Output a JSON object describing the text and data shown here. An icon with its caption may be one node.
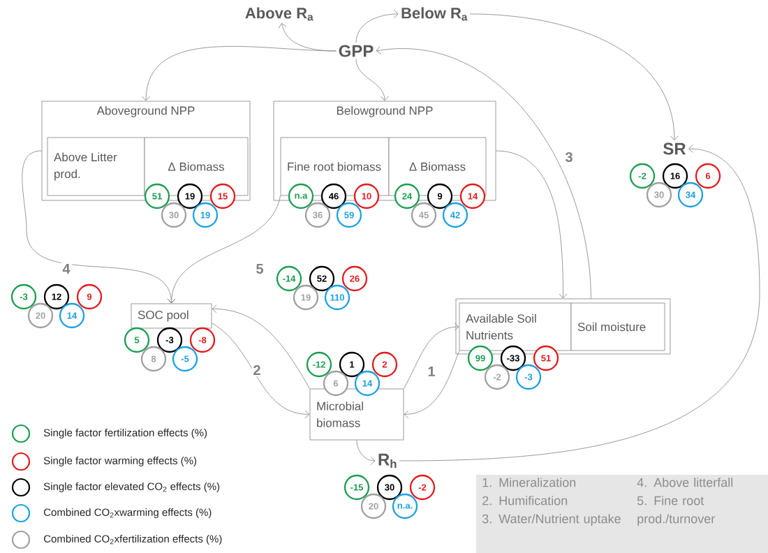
{
  "diagram": {
    "nodes": [
      {
        "text": [
          "Above R$_{a}$"
        ]
      },
      {
        "text": [
          "GPP"
        ]
      },
      {
        "text": [
          "Below R$_{a}$"
        ]
      },
      {
        "text": [
          "Aboveground NPP"
        ]
      },
      {
        "text": [
          "Above Litter prod."
        ],
        "in": 3
      },
      {
        "text": [
          "Δ Biomass"
        ],
        "in": 3
      },
      {
        "text": [
          "Belowground NPP"
        ]
      },
      {
        "text": [
          "Fine root biomass"
        ],
        "in": 6
      },
      {
        "text": [
          "Δ Biomass"
        ],
        "in": 6
      },
      {
        "text": [
          "SR"
        ]
      },
      {
        "text": [
          "SOC pool"
        ]
      },
      {
        "text": [],
        "shape": "box"
      },
      {
        "text": [
          "Available Soil Nutrients"
        ],
        "in": 11
      },
      {
        "text": [
          "Soil moisture"
        ],
        "in": 11
      },
      {
        "text": [
          "Microbial biomass"
        ]
      },
      {
        "text": [
          "R$_{h}$"
        ]
      },
      {
        "text": [
          "51"
        ]
      },
      {
        "text": [
          "19"
        ]
      },
      {
        "text": [
          "15"
        ]
      },
      {
        "text": [
          "30"
        ]
      },
      {
        "text": [
          "19"
        ]
      },
      {
        "text": [
          "n.a"
        ]
      },
      {
        "text": [
          "46"
        ]
      },
      {
        "text": [
          "10"
        ]
      },
      {
        "text": [
          "36"
        ]
      },
      {
        "text": [
          "59"
        ]
      },
      {
        "text": [
          "24"
        ]
      },
      {
        "text": [
          "9"
        ]
      },
      {
        "text": [
          "14"
        ]
      },
      {
        "text": [
          "45"
        ]
      },
      {
        "text": [
          "42"
        ]
      },
      {
        "text": [
          "-2"
        ]
      },
      {
        "text": [
          "16"
        ]
      },
      {
        "text": [
          "6"
        ]
      },
      {
        "text": [
          "30"
        ]
      },
      {
        "text": [
          "34"
        ]
      },
      {
        "text": [
          "-3"
        ]
      },
      {
        "text": [
          "12"
        ]
      },
      {
        "text": [
          "9"
        ]
      },
      {
        "text": [
          "20"
        ]
      },
      {
        "text": [
          "14"
        ]
      },
      {
        "text": [
          "-14"
        ]
      },
      {
        "text": [
          "52"
        ]
      },
      {
        "text": [
          "26"
        ]
      },
      {
        "text": [
          "19"
        ]
      },
      {
        "text": [
          "110"
        ]
      },
      {
        "text": [
          "5"
        ]
      },
      {
        "text": [
          "-3"
        ]
      },
      {
        "text": [
          "-8"
        ]
      },
      {
        "text": [
          "8"
        ]
      },
      {
        "text": [
          "-5"
        ]
      },
      {
        "text": [
          "-12"
        ]
      },
      {
        "text": [
          "1"
        ]
      },
      {
        "text": [
          "2"
        ]
      },
      {
        "text": [
          "6"
        ]
      },
      {
        "text": [
          "14"
        ]
      },
      {
        "text": [
          "99"
        ]
      },
      {
        "text": [
          "-33"
        ]
      },
      {
        "text": [
          "51"
        ]
      },
      {
        "text": [
          "-2"
        ]
      },
      {
        "text": [
          "-3"
        ]
      },
      {
        "text": [
          "-15"
        ]
      },
      {
        "text": [
          "30"
        ]
      },
      {
        "text": [
          "-2"
        ]
      },
      {
        "text": [
          "20"
        ]
      },
      {
        "text": [
          "n.a."
        ]
      }
    ],
    "edges": [
      {
        "from": 1,
        "to": 0,
        "arrow": "to"
      },
      {
        "from": 1,
        "to": 2,
        "arrow": "to"
      },
      {
        "from": 1,
        "to": 3,
        "arrow": "to"
      },
      {
        "from": 1,
        "to": 6,
        "arrow": "to"
      },
      {
        "from": 2,
        "to": 9,
        "arrow": "to"
      },
      {
        "from": 3,
        "to": 10,
        "arrow": "to",
        "label": "4"
      },
      {
        "from": 7,
        "to": 10,
        "arrow": "to",
        "label": "5"
      },
      {
        "from": 6,
        "to": 11,
        "arrow": "to"
      },
      {
        "from": 11,
        "to": 1,
        "arrow": "to",
        "label": "3"
      },
      {
        "from": 14,
        "to": 10,
        "arrow": "to"
      },
      {
        "from": 14,
        "to": 12,
        "arrow": "to"
      },
      {
        "from": 10,
        "to": 14,
        "arrow": "to",
        "label": "2"
      },
      {
        "from": 12,
        "to": 14,
        "arrow": "to",
        "label": "1"
      },
      {
        "from": 14,
        "to": 15,
        "arrow": "to"
      },
      {
        "from": 15,
        "to": 9,
        "arrow": "to"
      }
    ],
    "labels": [
      "1. Mineralization",
      "2. Humification",
      "3. Water/Nutrient uptake",
      "4. Above litterfall",
      "5. Fine root prod./turnover"
    ],
    "legend": [
      {
        "text": "Single factor fertilization effects (%)",
        "color": "#1a9e50"
      },
      {
        "text": "Single factor warming effects (%)",
        "color": "#e31a1c"
      },
      {
        "text": "Single factor elevated CO$_{2}$ effects (%)",
        "color": "#000000"
      },
      {
        "text": "Combined CO$_{2}$xwarming effects (%)",
        "color": "#1ba1e2"
      },
      {
        "text": "Combined CO$_{2}$xfertilization effects (%)",
        "color": "#a0a0a0"
      }
    ]
  }
}
